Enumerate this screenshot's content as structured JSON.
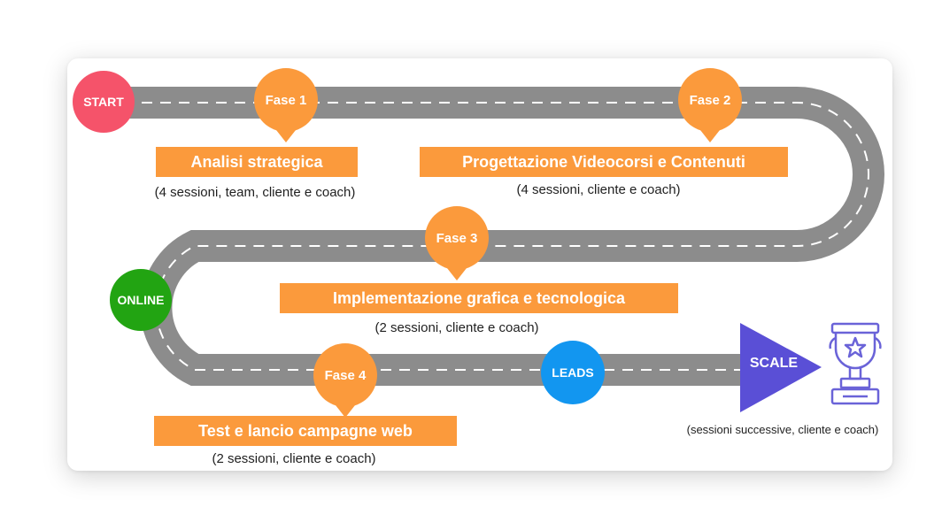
{
  "milestones": {
    "start": "START",
    "online": "ONLINE",
    "leads": "LEADS",
    "scale": "SCALE"
  },
  "phases": [
    {
      "label": "Fase 1",
      "title": "Analisi strategica",
      "note": "(4 sessioni, team, cliente e coach)"
    },
    {
      "label": "Fase 2",
      "title": "Progettazione Videocorsi e Contenuti",
      "note": "(4 sessioni, cliente e coach)"
    },
    {
      "label": "Fase 3",
      "title": "Implementazione grafica e tecnologica",
      "note": "(2 sessioni, cliente e coach)"
    },
    {
      "label": "Fase 4",
      "title": "Test e lancio campagne web",
      "note": "(2 sessioni, cliente e coach)"
    }
  ],
  "scale_note": "(sessioni successive, cliente e coach)",
  "icons": {
    "trophy": "trophy-icon"
  },
  "colors": {
    "road": "#8c8c8c",
    "phase": "#fb9a3c",
    "start": "#f5536a",
    "online": "#22a412",
    "leads": "#1296f0",
    "scale": "#5a4fd6"
  }
}
